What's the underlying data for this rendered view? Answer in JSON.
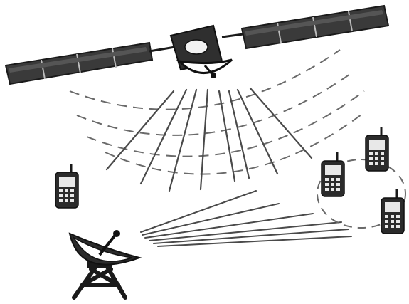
{
  "illustration": {
    "satellite": {
      "icon": "satellite-icon",
      "panel_cells_per_wing": 4
    },
    "signal": {
      "beam_count": 8,
      "wave_arc_count": 4
    },
    "ground_station": {
      "icon": "satellite-dish-icon"
    },
    "phones": {
      "icon": "mobile-phone-icon",
      "count": 4,
      "ring_phone_count": 3
    },
    "links": {
      "uplink_line_count": 6
    },
    "colors": {
      "background": "#ffffff",
      "outline": "#1a1a1a",
      "panel_dark": "#333333",
      "panel_light": "#cfcfcf",
      "body": "#2b2b2b",
      "screen": "#e8e8e8",
      "beam": "#4a4a4a",
      "dash": "#6a6a6a"
    }
  }
}
